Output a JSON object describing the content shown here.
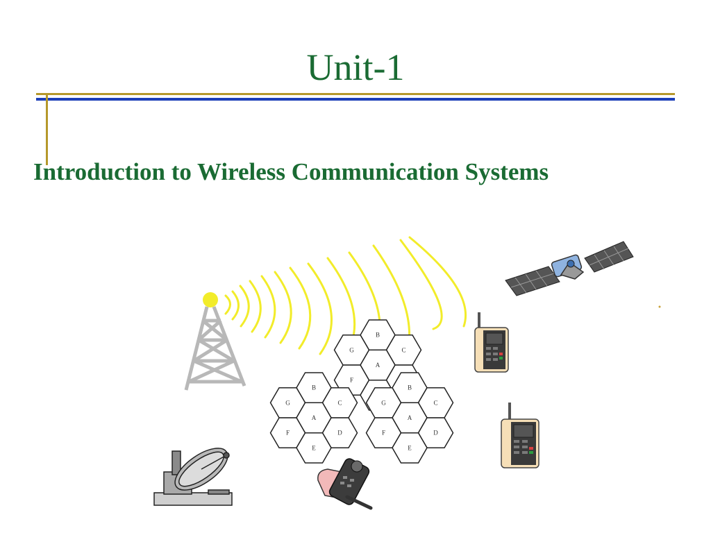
{
  "slide": {
    "title": "Unit-1",
    "subtitle": "Introduction to Wireless Communication Systems",
    "colors": {
      "title": "#1a6b33",
      "rule_gold": "#b5982b",
      "rule_blue": "#1c3fb8",
      "waves": "#f2ec2a"
    }
  },
  "illustration": {
    "icons": [
      "antenna-tower-icon",
      "radio-waves-icon",
      "cellular-hex-grid-icon",
      "satellite-icon",
      "walkie-talkie-icon",
      "satellite-dish-icon",
      "mobile-phone-icon"
    ],
    "cell_clusters": [
      [
        "B",
        "G",
        "C",
        "A",
        "F",
        "D",
        "E"
      ],
      [
        "B",
        "G",
        "C",
        "A",
        "F",
        "D",
        "E"
      ],
      [
        "B",
        "G",
        "C",
        "A",
        "F",
        "D",
        "E"
      ]
    ]
  }
}
